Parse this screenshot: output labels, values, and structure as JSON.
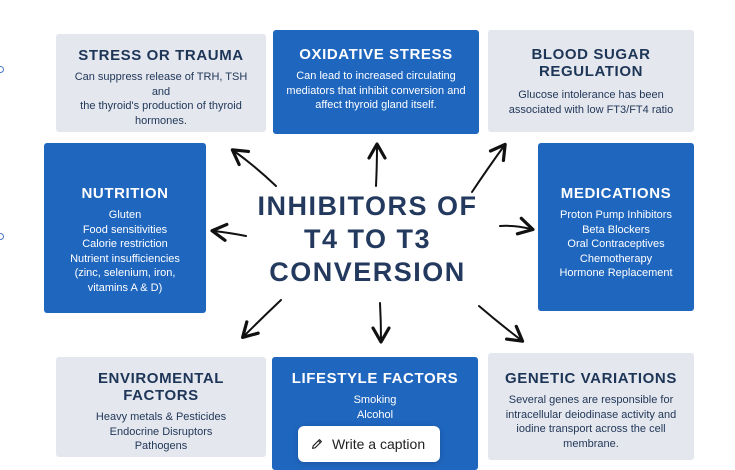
{
  "title_lines": [
    "INHIBITORS OF",
    "T4 TO T3",
    "CONVERSION"
  ],
  "boxes": {
    "stress": {
      "title": "STRESS OR TRAUMA",
      "lines": [
        "Can suppress release of TRH, TSH and",
        "the thyroid's production of thyroid",
        "hormones."
      ]
    },
    "oxidative": {
      "title": "OXIDATIVE STRESS",
      "lines": [
        "Can lead to increased circulating",
        "mediators that inhibit conversion and",
        "affect thyroid gland itself."
      ]
    },
    "blood_sugar": {
      "title_lines": [
        "BLOOD SUGAR",
        "REGULATION"
      ],
      "lines": [
        "Glucose intolerance has been",
        "associated with low FT3/FT4 ratio"
      ]
    },
    "nutrition": {
      "title": "NUTRITION",
      "lines": [
        "Gluten",
        "Food sensitivities",
        "Calorie restriction",
        "Nutrient insufficiencies",
        "(zinc, selenium, iron,",
        "vitamins A & D)"
      ]
    },
    "medications": {
      "title": "MEDICATIONS",
      "lines": [
        "Proton Pump Inhibitors",
        "Beta Blockers",
        "Oral Contraceptives",
        "Chemotherapy",
        "Hormone Replacement"
      ]
    },
    "environmental": {
      "title": "ENVIROMENTAL FACTORS",
      "lines": [
        "Heavy metals & Pesticides",
        "Endocrine Disruptors",
        "Pathogens"
      ]
    },
    "lifestyle": {
      "title": "LIFESTYLE FACTORS",
      "lines": [
        "Smoking",
        "Alcohol"
      ]
    },
    "genetic": {
      "title": "GENETIC VARIATIONS",
      "lines": [
        "Several genes are responsible for",
        "intracellular deiodinase activity and",
        "iodine transport across the cell",
        "membrane."
      ]
    }
  },
  "caption_button": {
    "label": "Write a caption",
    "icon": "pencil-icon"
  },
  "colors": {
    "blue_box": "#1f66bf",
    "gray_box": "#e4e7ed",
    "title_text": "#23395d"
  }
}
